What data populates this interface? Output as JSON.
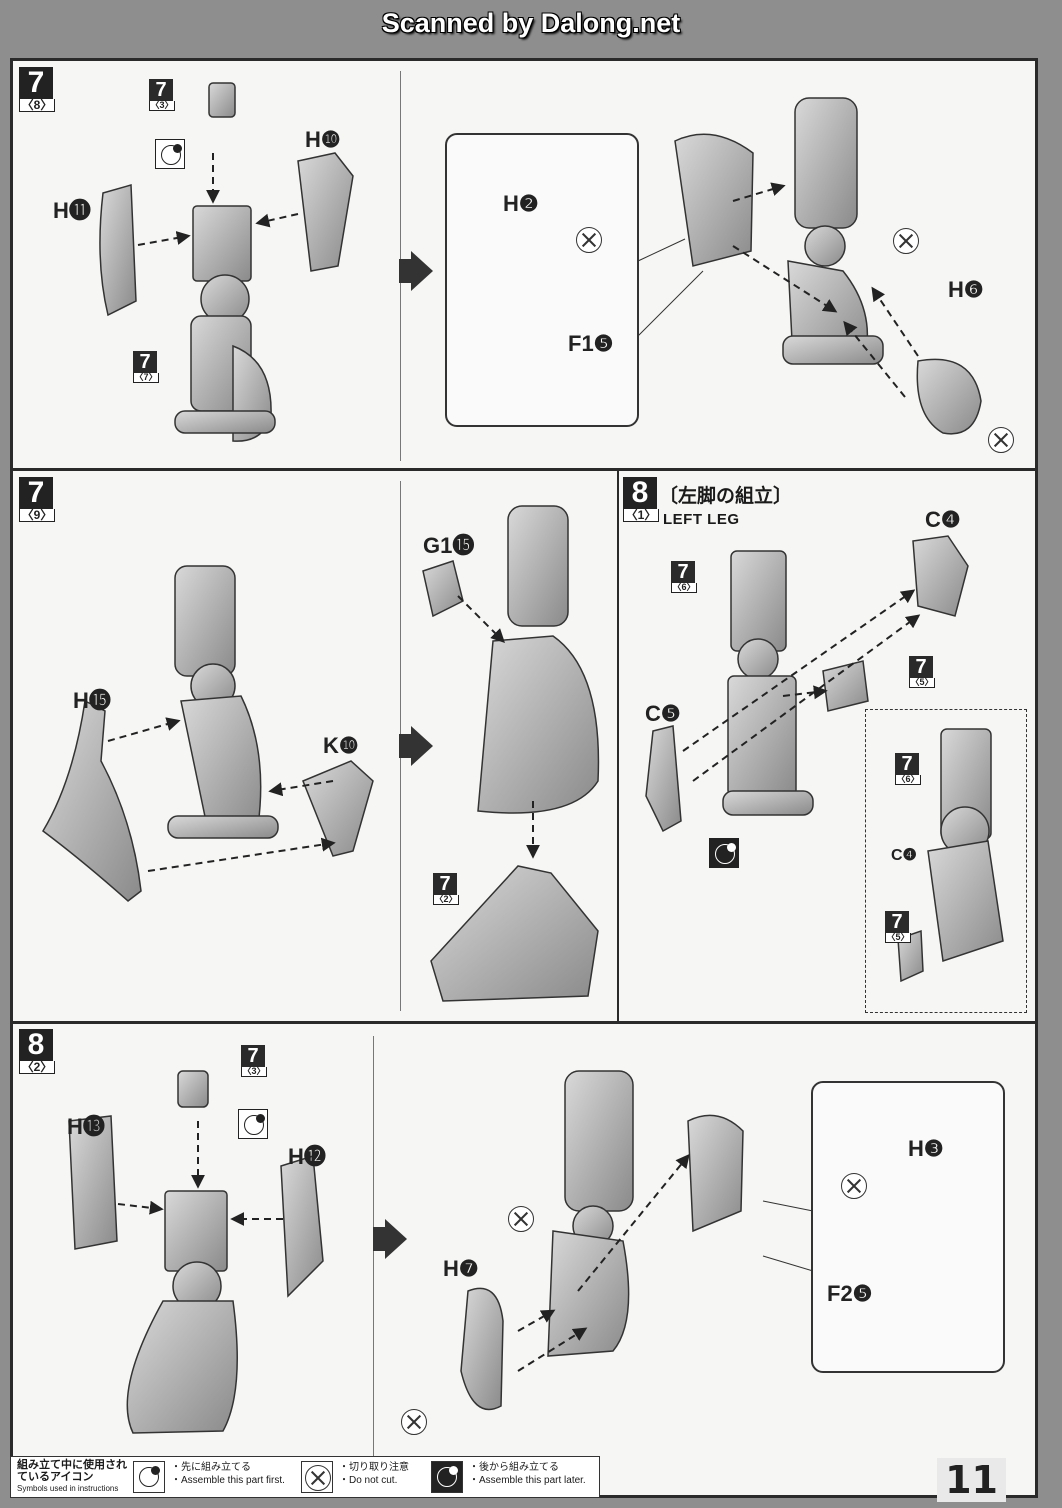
{
  "header": {
    "watermark": "Scanned by Dalong.net"
  },
  "panels": {
    "p1": {
      "step": "7",
      "sub": "〈8〉",
      "refs": [
        {
          "num": "7",
          "sub": "〈3〉"
        },
        {
          "num": "7",
          "sub": "〈7〉"
        }
      ],
      "labels": {
        "h11": "H⓫",
        "h10": "H❿",
        "h2": "H❷",
        "f1": "F1❺",
        "h6": "H❻"
      }
    },
    "p2": {
      "step": "7",
      "sub": "〈9〉",
      "refs": [
        {
          "num": "7",
          "sub": "〈2〉"
        }
      ],
      "labels": {
        "h15": "H⓯",
        "k10": "K❿",
        "g1": "G1⓯"
      }
    },
    "p3": {
      "step": "8",
      "sub": "〈1〉",
      "title_jp": "〔左脚の組立〕",
      "title_en": "LEFT LEG",
      "refs": [
        {
          "num": "7",
          "sub": "〈6〉"
        },
        {
          "num": "7",
          "sub": "〈5〉"
        },
        {
          "num": "7",
          "sub": "〈6〉"
        },
        {
          "num": "7",
          "sub": "〈5〉"
        }
      ],
      "labels": {
        "c4": "C❹",
        "c5": "C❺",
        "c4b": "C❹"
      }
    },
    "p4": {
      "step": "8",
      "sub": "〈2〉",
      "refs": [
        {
          "num": "7",
          "sub": "〈3〉"
        }
      ],
      "labels": {
        "h13": "H⓭",
        "h12": "H⓬",
        "h7": "H❼",
        "h3": "H❸",
        "f2": "F2❺"
      }
    }
  },
  "legend": {
    "title_jp": "組み立て中に使用されているアイコン",
    "title_en": "Symbols used in instructions",
    "items": [
      {
        "jp": "・先に組み立てる",
        "en": "・Assemble this part first.",
        "icon": "assemble-first-icon"
      },
      {
        "jp": "・切り取り注意",
        "en": "・Do not cut.",
        "icon": "do-not-cut-icon"
      },
      {
        "jp": "・後から組み立てる",
        "en": "・Assemble this part later.",
        "icon": "assemble-later-icon"
      }
    ]
  },
  "page_number": "11"
}
